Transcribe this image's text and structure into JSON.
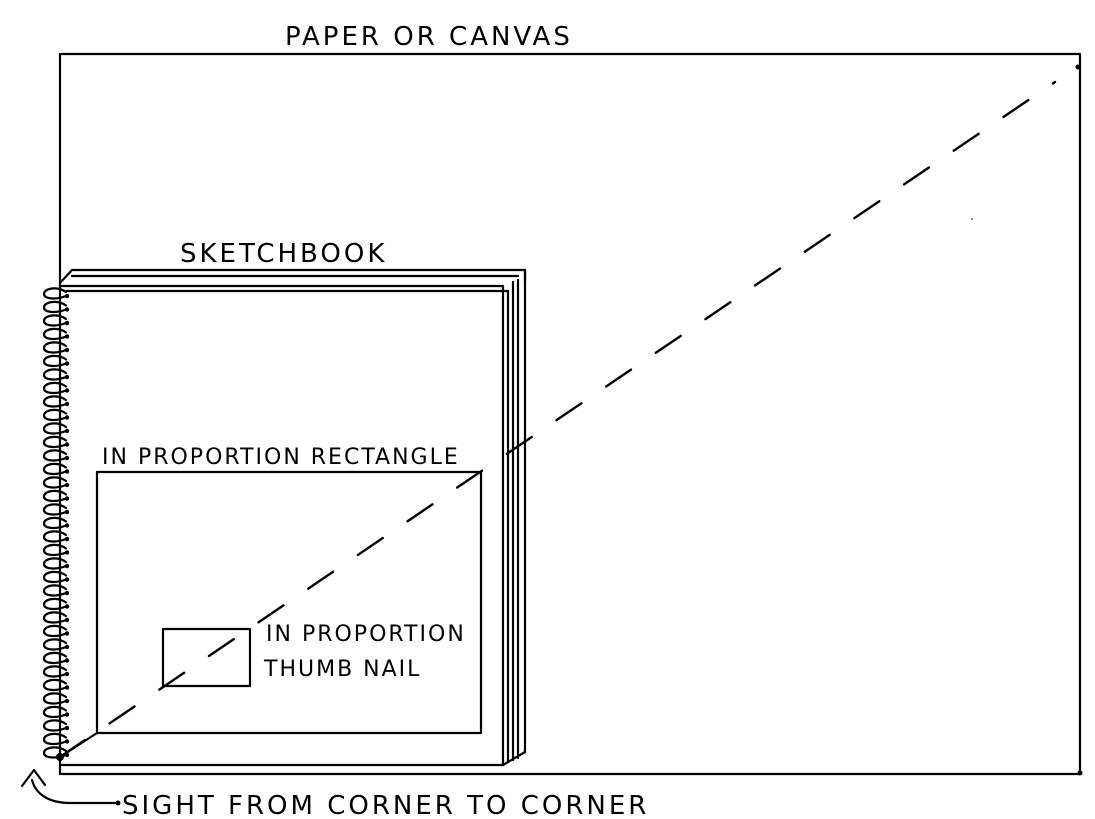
{
  "labels": {
    "paper": "PAPER OR CANVAS",
    "sketchbook": "SKETCHBOOK",
    "rectangle": "IN PROPORTION RECTANGLE",
    "thumbnail_line1": "IN PROPORTION",
    "thumbnail_line2": "THUMB NAIL",
    "sight": "SIGHT FROM CORNER TO CORNER"
  },
  "colors": {
    "ink": "#000000",
    "paper": "#ffffff"
  }
}
